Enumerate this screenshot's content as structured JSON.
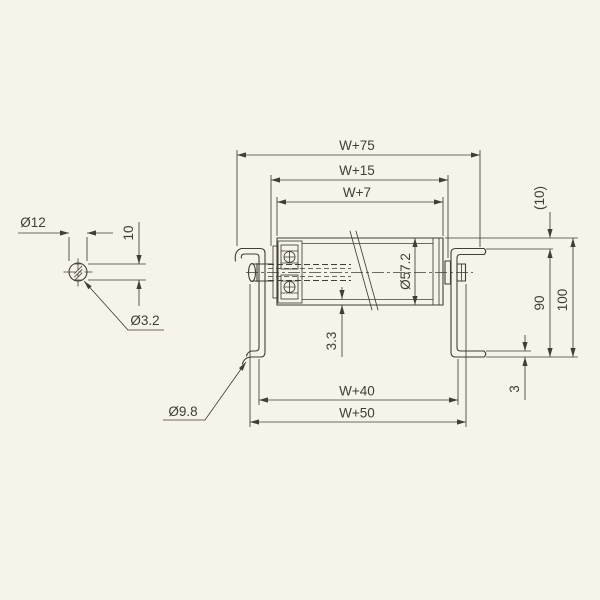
{
  "colors": {
    "background": "#f6f3e9",
    "ink": "#403e38"
  },
  "dimensions": {
    "overall_width": "W+75",
    "between_frames": "W+15",
    "roller_face": "W+7",
    "frame_outer": "W+40",
    "shaft_length": "W+50",
    "roller_diameter": "Ø57.2",
    "tube_wall": "3.3",
    "roller_protrusion": "(10)",
    "frame_height": "90",
    "total_height": "100",
    "flange_thickness": "3",
    "shaft_diameter": "Ø12",
    "shaft_flats": "10",
    "pin_hole": "Ø3.2",
    "frame_hole": "Ø9.8"
  }
}
